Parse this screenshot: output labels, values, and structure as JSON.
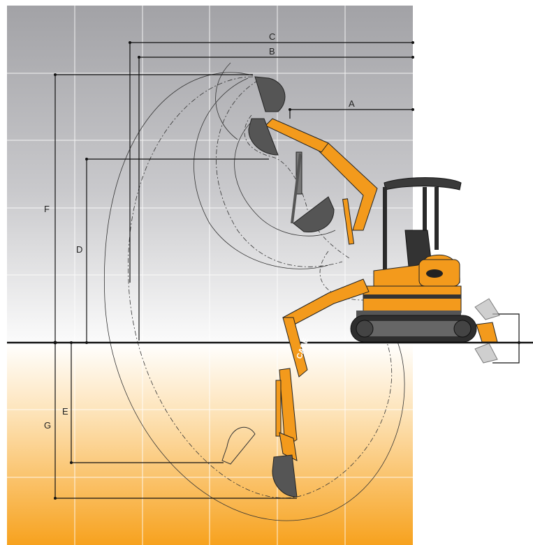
{
  "dimensions": {
    "A": "A",
    "B": "B",
    "C": "C",
    "D": "D",
    "E": "E",
    "F": "F",
    "G": "G"
  },
  "machine": {
    "brand_text": "CASE"
  },
  "colors": {
    "sky_top": "#a3a3a7",
    "sky_bottom": "#ffffff",
    "ground_top": "#ffffff",
    "ground_bottom": "#f7a21e",
    "machine_orange": "#f39a1c",
    "machine_dark": "#2a2a2a",
    "grid": "#ffffff",
    "dimension_line": "#111111"
  }
}
